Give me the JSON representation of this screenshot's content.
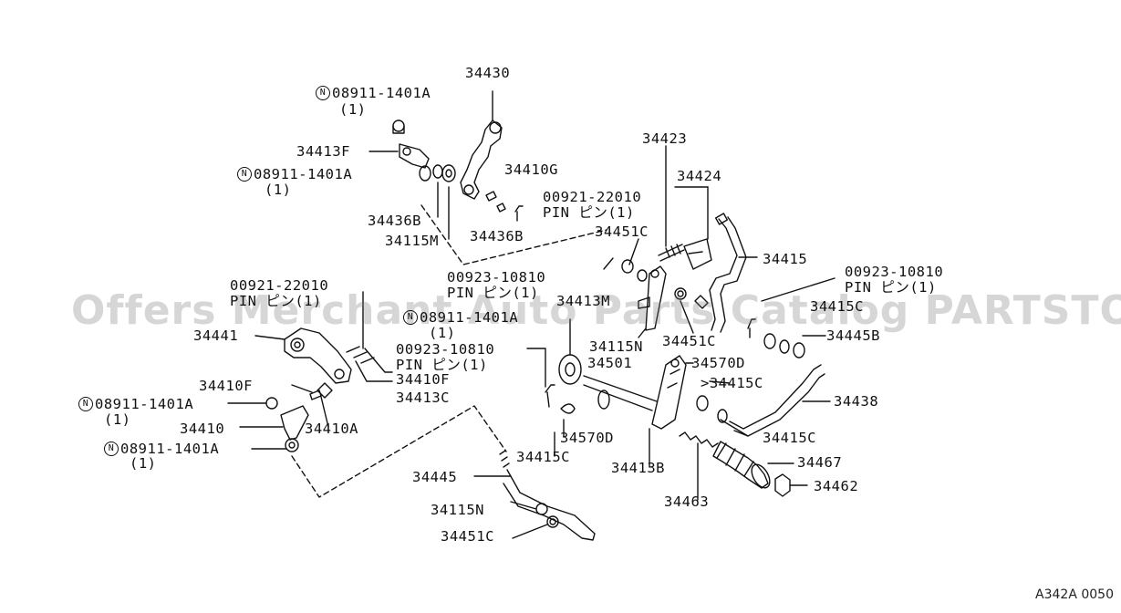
{
  "figure_code": "A342A 0050",
  "watermark": "Offers Merchant Auto Parts Catalog PARTSTORE.SA",
  "n_symbol": "N",
  "labels": {
    "p34430": "34430",
    "n08911_a": "08911-1401A",
    "n08911_a_qty": "(1)",
    "p34413F": "34413F",
    "n08911_b": "08911-1401A",
    "n08911_b_qty": "(1)",
    "p34410G": "34410G",
    "p00921_top": "00921-22010",
    "pin_top": "PIN ピン(1)",
    "p34436B_a": "34436B",
    "p34115M": "34115M",
    "p34436B_b": "34436B",
    "p34423": "34423",
    "p34424": "34424",
    "p34451C_a": "34451C",
    "p34415": "34415",
    "p00923_a": "00923-10810",
    "pin_a": "PIN ピン(1)",
    "p34413M": "34413M",
    "p00923_right": "00923-10810",
    "pin_right": "PIN ピン(1)",
    "p34415C_a": "34415C",
    "n08911_c": "08911-1401A",
    "n08911_c_qty": "(1)",
    "p00921_left": "00921-22010",
    "pin_left": "PIN ピン(1)",
    "p34441": "34441",
    "p34115N_a": "34115N",
    "p34451C_b": "34451C",
    "p34445B": "34445B",
    "p00923_b": "00923-10810",
    "pin_b": "PIN ピン(1)",
    "p34501": "34501",
    "p34570D_a": "34570D",
    "p34415C_b": "34415C",
    "p34410F_a": "34410F",
    "p34410F_b": "34410F",
    "p34413C": "34413C",
    "p34438": "34438",
    "n08911_d": "08911-1401A",
    "n08911_d_qty": "(1)",
    "p34410": "34410",
    "p34410A": "34410A",
    "p34570D_b": "34570D",
    "p34415C_c": "34415C",
    "n08911_e": "08911-1401A",
    "n08911_e_qty": "(1)",
    "p34415C_d": "34415C",
    "p34413B": "34413B",
    "p34467": "34467",
    "p34445": "34445",
    "p34462": "34462",
    "p34463": "34463",
    "p34115N_b": "34115N",
    "p34451C_c": "34451C"
  }
}
